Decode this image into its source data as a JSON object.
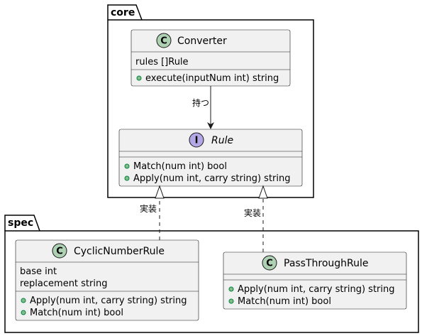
{
  "packages": {
    "core": {
      "label": "core"
    },
    "spec": {
      "label": "spec"
    }
  },
  "classes": {
    "converter": {
      "kind_letter": "C",
      "name": "Converter",
      "fields": [
        "rules []Rule"
      ],
      "methods": [
        "execute(inputNum int) string"
      ]
    },
    "rule": {
      "kind_letter": "I",
      "name": "Rule",
      "fields": [],
      "methods": [
        "Match(num int) bool",
        "Apply(num int, carry string) string"
      ]
    },
    "cyclic": {
      "kind_letter": "C",
      "name": "CyclicNumberRule",
      "fields": [
        "base int",
        "replacement string"
      ],
      "methods": [
        "Apply(num int, carry string) string",
        "Match(num int) bool"
      ]
    },
    "passthrough": {
      "kind_letter": "C",
      "name": "PassThroughRule",
      "fields": [],
      "methods": [
        "Apply(num int, carry string) string",
        "Match(num int) bool"
      ]
    }
  },
  "relations": {
    "has": {
      "label": "持つ"
    },
    "impl_cyclic": {
      "label": "実装"
    },
    "impl_pass": {
      "label": "実装"
    }
  },
  "colors": {
    "class_fill": "#f1f1f1",
    "class_icon_fill": "#add1b2",
    "interface_icon_fill": "#b4a7e5",
    "visibility_public": "#84be84"
  }
}
